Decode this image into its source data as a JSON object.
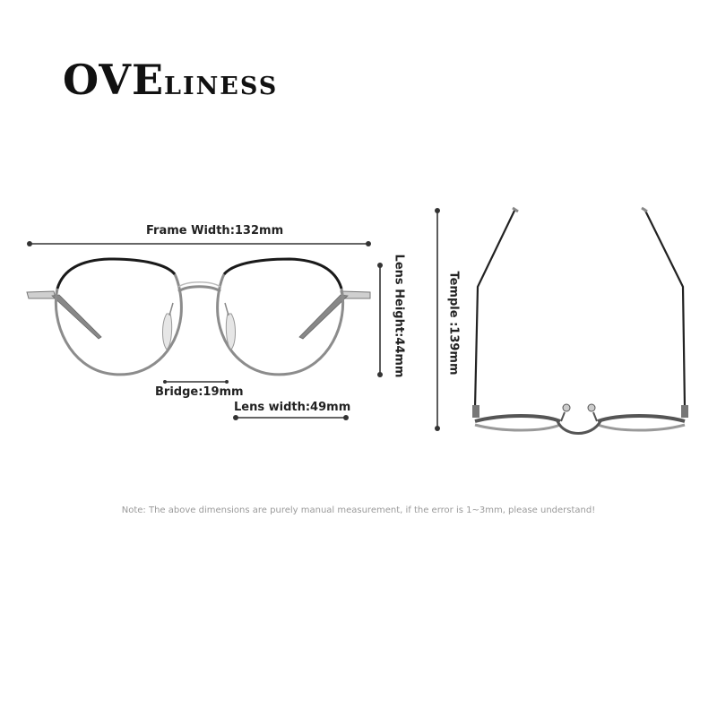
{
  "brand": {
    "initial": "OVE",
    "rest": "LINESS"
  },
  "dimensions": {
    "frame_width": "Frame Width:132mm",
    "lens_height": "Lens Height:44mm",
    "bridge": "Bridge:19mm",
    "lens_width": "Lens width:49mm",
    "temple": "Temple :139mm"
  },
  "note": "Note: The above dimensions are purely manual measurement, if the error is 1~3mm, please understand!",
  "colors": {
    "frame_top": "#1a1a1a",
    "frame_metal": "#8c8c8c",
    "measure_line": "#333333"
  }
}
